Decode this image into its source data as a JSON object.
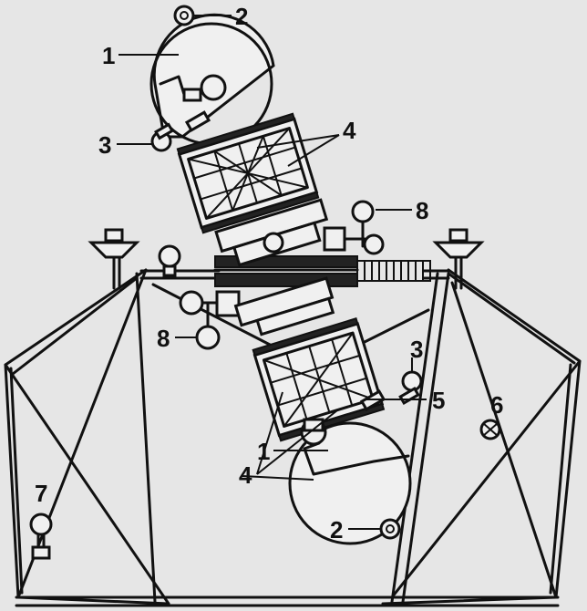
{
  "diagram": {
    "callouts": {
      "top_1": "1",
      "top_2": "2",
      "top_3": "3",
      "top_4": "4",
      "top_8": "8",
      "mid_8": "8",
      "bot_4": "4",
      "bot_3": "3",
      "bot_5": "5",
      "bot_6": "6",
      "bot_1": "1",
      "bot_2": "2",
      "left_7": "7"
    },
    "colors": {
      "background": "#e6e6e6",
      "ink": "#111111",
      "fill": "#f0f0f0",
      "dark": "#222222"
    }
  }
}
